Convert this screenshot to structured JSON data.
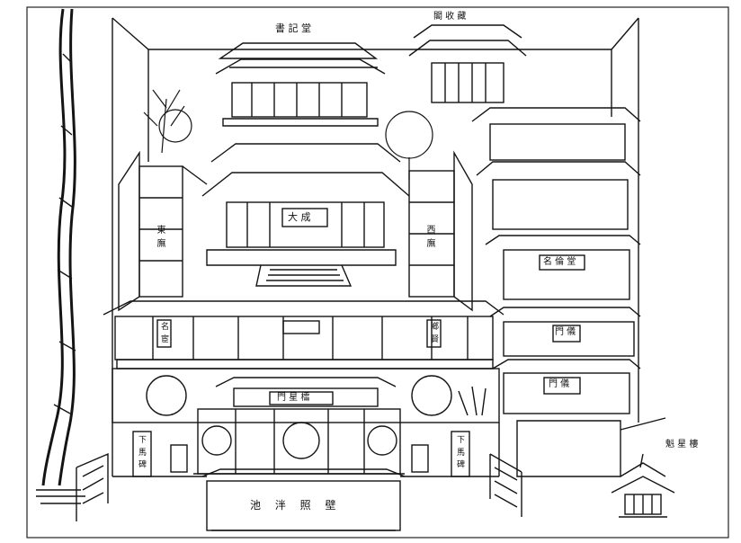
{
  "colors": {
    "ink": "#141414",
    "paper": "#ffffff",
    "frame": "#222222"
  },
  "labels": {
    "top_hall": "書 記 堂",
    "top_right_pavilion": "閣 收 藏",
    "central_hall": "大 成",
    "right_upper_hall": "",
    "right_mid_plaque": "名 倫 堂",
    "right_gate_plaque": "門 儀",
    "right_lower_plaque": "門 儀",
    "main_gate": "門 星 櫺",
    "left_gate_tablet": "下 馬 碑",
    "right_gate_tablet": "下 馬 碑",
    "front_wall": "池 泮 照 壁",
    "corner_tower": "魁 星 樓",
    "left_hall_inner": "東 廡",
    "right_hall_inner": "西 廡",
    "left_corridor_plaque": "名 宦",
    "right_corridor_plaque": "鄉 賢"
  }
}
